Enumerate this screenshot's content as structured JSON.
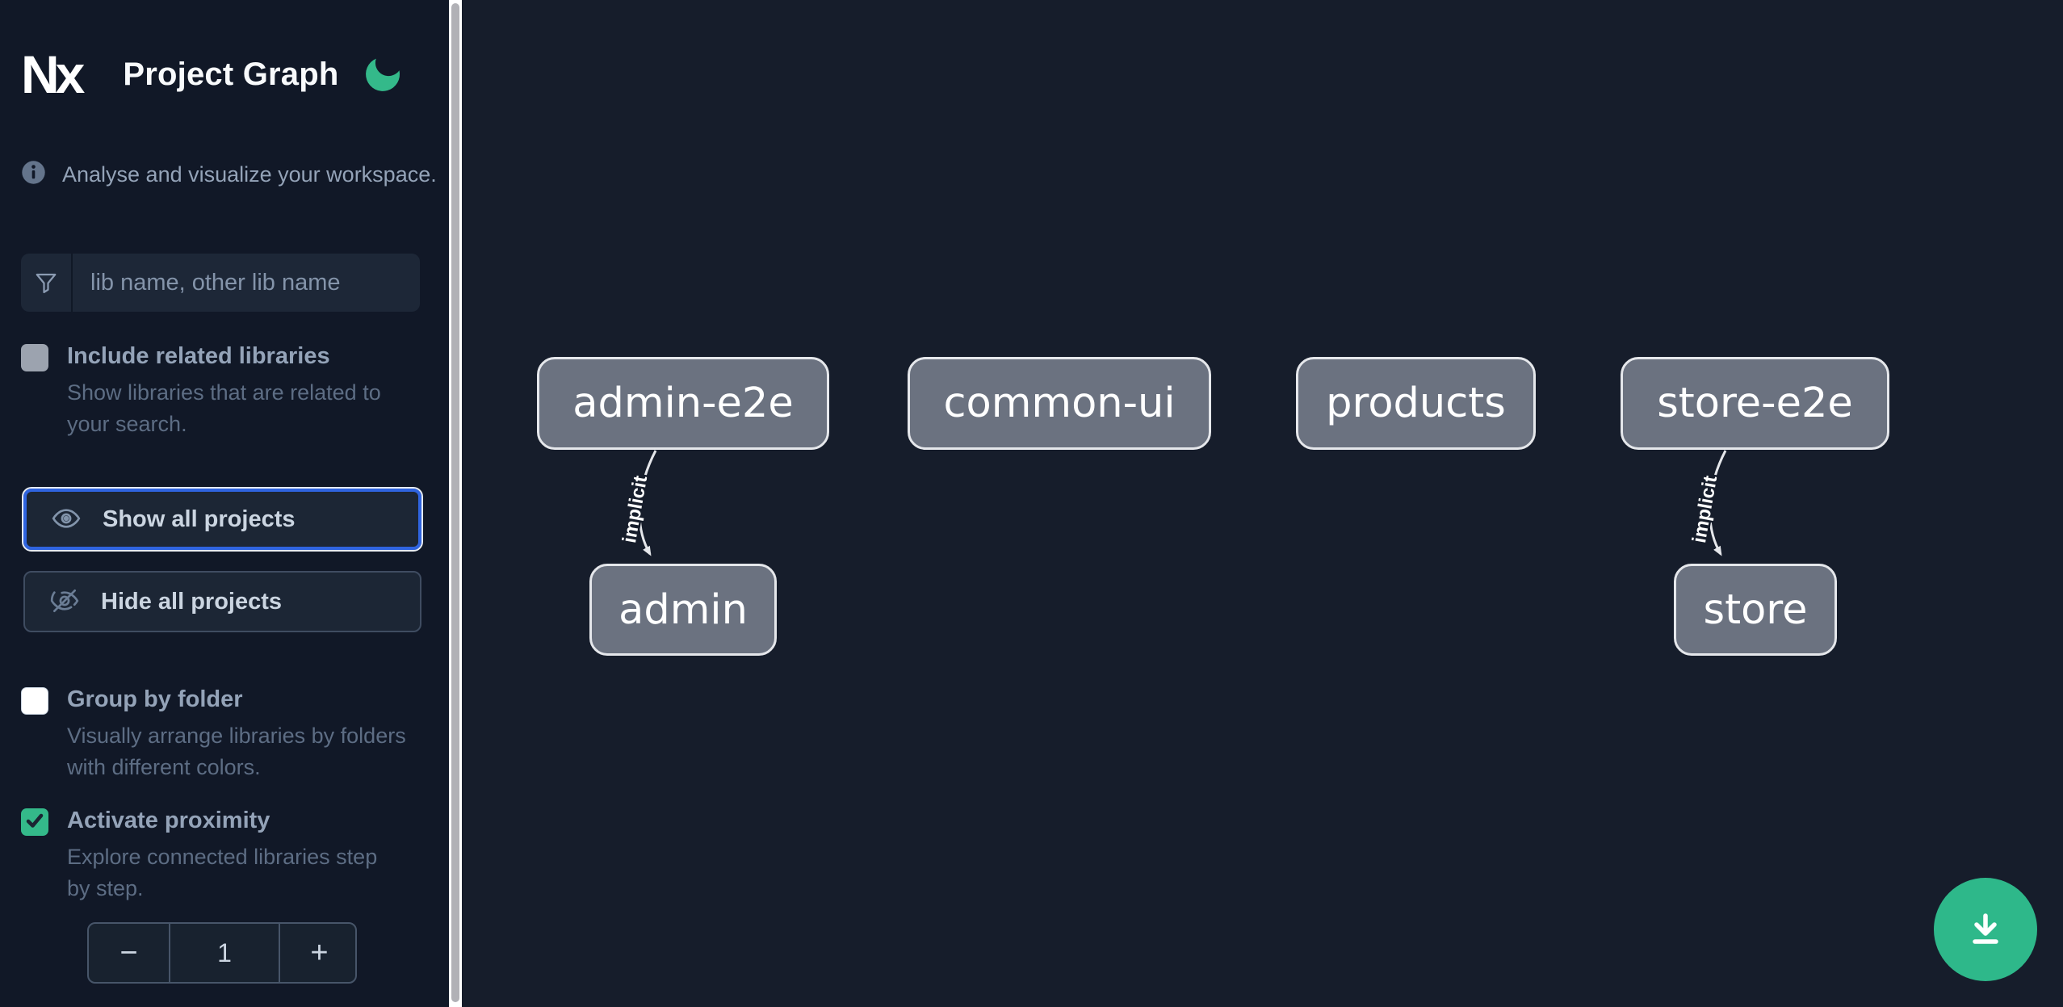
{
  "header": {
    "logo_text": "Nx",
    "title": "Project Graph",
    "theme_icon": "moon-icon"
  },
  "sidebar": {
    "tagline": "Analyse and visualize your workspace.",
    "search": {
      "value": "",
      "placeholder": "lib name, other lib name"
    },
    "actions": {
      "show_all": "Show all projects",
      "hide_all": "Hide all projects"
    },
    "checkboxes": [
      {
        "label": "Include related libraries",
        "description": "Show libraries that are related to your search.",
        "checked": false,
        "disabled": true
      },
      {
        "label": "Group by folder",
        "description": "Visually arrange libraries by folders with different colors.",
        "checked": false,
        "disabled": false
      },
      {
        "label": "Activate proximity",
        "description": "Explore connected libraries step by step.",
        "checked": true,
        "disabled": false
      }
    ],
    "proximity_stepper": {
      "decrement": "−",
      "value": "1",
      "increment": "+"
    }
  },
  "graph": {
    "nodes": [
      {
        "label": "admin-e2e"
      },
      {
        "label": "common-ui"
      },
      {
        "label": "products"
      },
      {
        "label": "store-e2e"
      },
      {
        "label": "admin"
      },
      {
        "label": "store"
      }
    ],
    "edges": [
      {
        "from": "admin-e2e",
        "to": "admin",
        "label": "implicit"
      },
      {
        "from": "store-e2e",
        "to": "store",
        "label": "implicit"
      }
    ]
  },
  "fab": {
    "icon": "download-icon"
  },
  "colors": {
    "accent_green": "#34b98a",
    "focus_blue": "#2f64e0",
    "sidebar_bg": "#111827",
    "canvas_bg": "#161d2b",
    "node_fill": "#6b7280",
    "node_border": "#e5e7eb"
  }
}
